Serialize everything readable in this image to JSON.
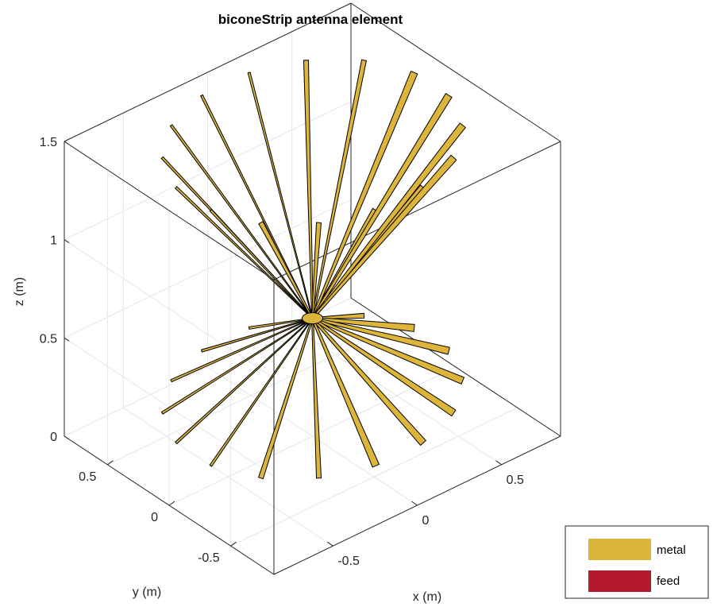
{
  "chart_data": {
    "type": "3d-surface",
    "title": "biconeStrip antenna element",
    "xlabel": "x (m)",
    "ylabel": "y (m)",
    "zlabel": "z (m)",
    "x_ticks": [
      "-0.5",
      "0",
      "0.5"
    ],
    "y_ticks": [
      "-0.5",
      "0",
      "0.5"
    ],
    "z_ticks": [
      "0",
      "0.5",
      "1",
      "1.5"
    ],
    "xlim": [
      -0.85,
      0.85
    ],
    "ylim": [
      -0.85,
      0.85
    ],
    "zlim": [
      0,
      1.5
    ],
    "grid": true,
    "view": "3d",
    "geometry": {
      "strips_per_cone": 16,
      "cone_base_radius": 0.72,
      "feed_height": 0.6,
      "top_height": 1.5,
      "bottom_height": 0.2
    },
    "legend": {
      "position": "bottom-right",
      "entries": [
        {
          "label": "metal",
          "color": "#DDB53B"
        },
        {
          "label": "feed",
          "color": "#B5192D"
        }
      ]
    },
    "colors": {
      "metal": "#DDB53B",
      "feed": "#B5192D",
      "edge": "#000000",
      "grid": "#e6e6e6",
      "box": "#262626"
    }
  }
}
